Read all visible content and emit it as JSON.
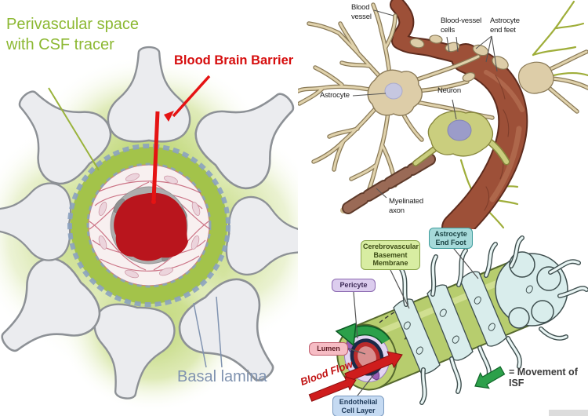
{
  "left_panel": {
    "perivascular_lines": [
      "Perivascular space",
      "with CSF tracer"
    ],
    "bbb_label": "Blood Brain Barrier",
    "basal_label": "Basal lamina"
  },
  "top_right_panel": {
    "blood_vessel_lines": [
      "Blood",
      "vessel"
    ],
    "vessel_cells_lines": [
      "Blood-vessel",
      "cells"
    ],
    "end_feet_lines": [
      "Astrocyte",
      "end feet"
    ],
    "astrocyte_label": "Astrocyte",
    "neuron_label": "Neuron",
    "myelinated_lines": [
      "Myelinated",
      "axon"
    ]
  },
  "bottom_right_panel": {
    "box_basement": "Cerebrovascular Basement Membrane",
    "box_end_foot": "Astrocyte End Foot",
    "box_pericyte": "Pericyte",
    "box_lumen": "Lumen",
    "box_endothelial": "Endothelial Cell Layer",
    "blood_flow_label": "Blood Flow",
    "isf_label": "= Movement of ISF"
  },
  "colors": {
    "perivascular_text_green": "#8cb832",
    "bbb_red": "#d60d0d",
    "basal_blue_gray": "#8093b0",
    "csf_ring_green": "#a3c34a",
    "lumen_red": "#b9151d",
    "vessel_brown": "#9d5038",
    "astrocyte_tan": "#ddcda8",
    "neuron_yellow_green": "#cace7e",
    "nucleus_purple": "#c6c7e0",
    "end_foot_teal": "#d9edec",
    "basement_olive": "#b7cd6e",
    "pericyte_purple": "#9a5fb5",
    "isf_arrow_green": "#2ca04a"
  }
}
